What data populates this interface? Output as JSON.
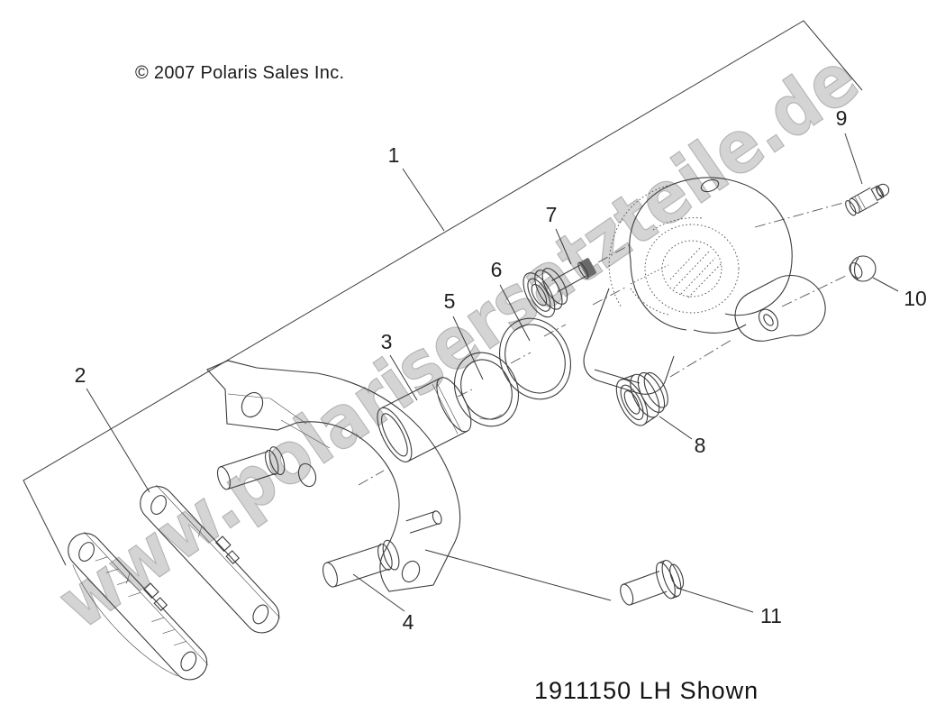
{
  "copyright": "© 2007 Polaris Sales Inc.",
  "watermark": "www.polarisersatzteile.de",
  "caption": "1911150 LH Shown",
  "colors": {
    "background": "#ffffff",
    "line": "#3c3c3c",
    "label": "#1f1f1f",
    "watermark_fill": "#cccccc",
    "watermark_stroke": "#a8a8a8"
  },
  "part_labels": [
    "1",
    "2",
    "3",
    "4",
    "5",
    "6",
    "7",
    "8",
    "9",
    "10",
    "11"
  ]
}
